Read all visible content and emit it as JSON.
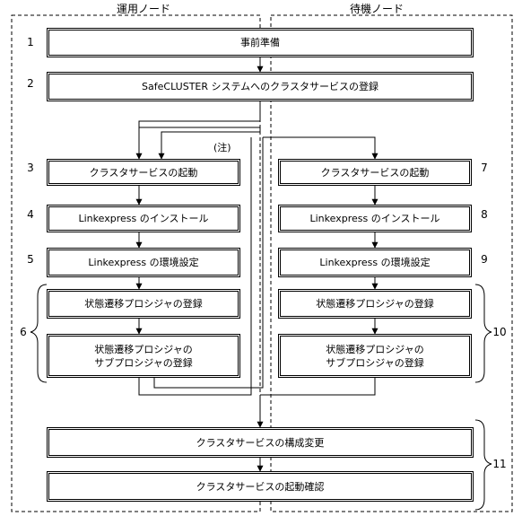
{
  "columns": {
    "active": "運用ノード",
    "standby": "待機ノード"
  },
  "note": "(注)",
  "steps": {
    "s1": "事前準備",
    "s2": "SafeCLUSTER システムへのクラスタサービスの登録",
    "s3": "クラスタサービスの起動",
    "s4": "Linkexpress のインストール",
    "s5": "Linkexpress の環境設定",
    "s6a": "状態遷移プロシジャの登録",
    "s6b": "状態遷移プロシジャの\nサブプロシジャの登録",
    "s7": "クラスタサービスの起動",
    "s8": "Linkexpress のインストール",
    "s9": "Linkexpress の環境設定",
    "s10a": "状態遷移プロシジャの登録",
    "s10b": "状態遷移プロシジャの\nサブプロシジャの登録",
    "s11a": "クラスタサービスの構成変更",
    "s11b": "クラスタサービスの起動確認"
  },
  "numbers": {
    "n1": "1",
    "n2": "2",
    "n3": "3",
    "n4": "4",
    "n5": "5",
    "n6": "6",
    "n7": "7",
    "n8": "8",
    "n9": "9",
    "n10": "10",
    "n11": "11"
  }
}
